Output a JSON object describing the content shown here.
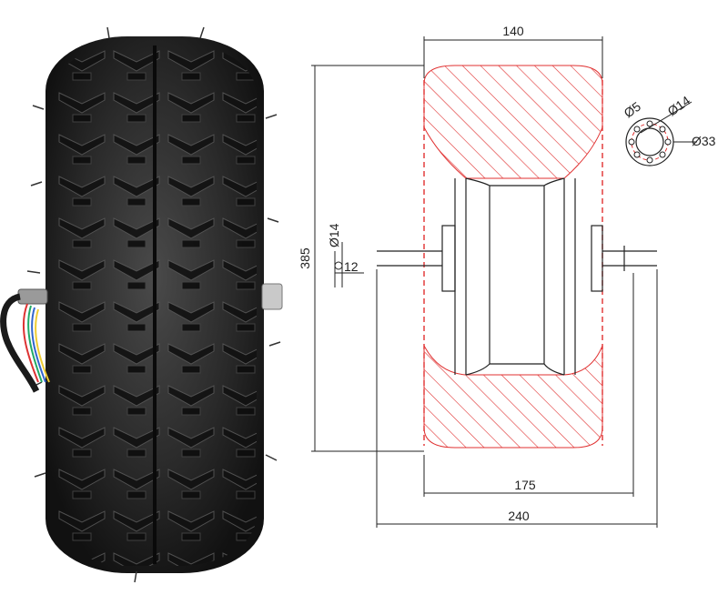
{
  "product_photo": {
    "description_icon": "hub-motor-wheel-photo"
  },
  "drawing": {
    "dimensions": {
      "width_140": "140",
      "height_385": "385",
      "shaft_d14": "Ø14",
      "shaft_12": "12",
      "rim_175": "175",
      "axle_240": "240",
      "bolt_d5": "Ø5",
      "bolt_d14": "Ø14",
      "bolt_d33": "Ø33"
    },
    "colors": {
      "hatch": "#e03030",
      "line": "#222222",
      "tire": "#1c1c1c"
    }
  }
}
